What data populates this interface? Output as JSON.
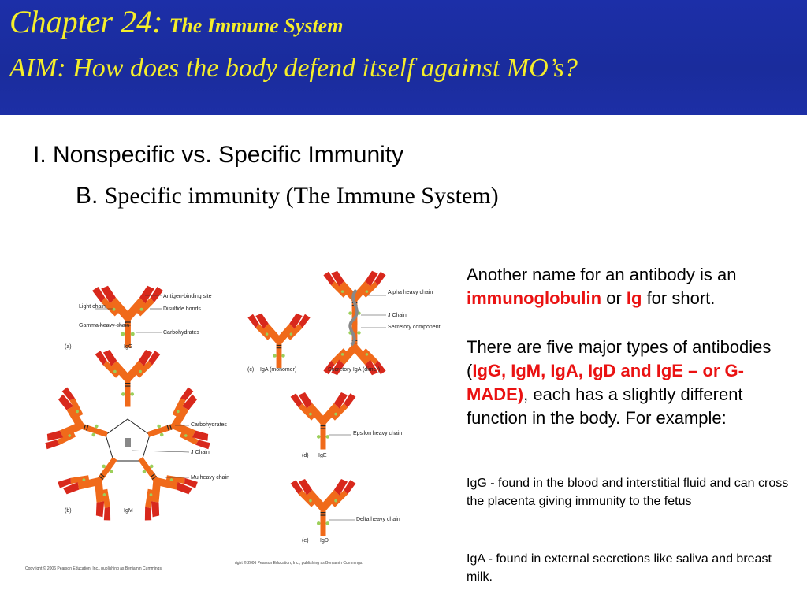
{
  "header": {
    "chapter": "Chapter 24:",
    "chapter_subtitle": "The Immune System",
    "aim": "AIM: How does the body defend itself against MO’s?"
  },
  "outline": {
    "item1": "I. Nonspecific vs. Specific Immunity",
    "item2_letter": "B.",
    "item2_text": "Specific immunity (The Immune System)"
  },
  "colors": {
    "header_bg": "#1c2fa8",
    "title": "#f5ee2a",
    "emphasis": "#ea1212"
  },
  "figure": {
    "labels": {
      "antigen_binding_site": "Antigen-binding site",
      "light_chain": "Light chain",
      "disulfide_bonds": "Disulfide bonds",
      "gamma_heavy_chain": "Gamma heavy chain",
      "carbohydrates": "Carbohydrates",
      "a": "(a)",
      "igg": "IgG",
      "alpha_heavy_chain": "Alpha heavy chain",
      "j_chain": "J Chain",
      "secretory_component": "Secretory component",
      "c": "(c)",
      "iga_monomer": "IgA (monomer)",
      "secretory_iga": "Secretory IgA (dimer)",
      "carbohydrates_b": "Carbohydrates",
      "j_chain_b": "J Chain",
      "mu_heavy_chain": "Mu heavy chain",
      "b": "(b)",
      "igm": "IgM",
      "epsilon_heavy_chain": "Epsilon heavy chain",
      "d": "(d)",
      "ige": "IgE",
      "delta_heavy_chain": "Delta heavy chain",
      "e": "(e)",
      "igd": "IgD"
    },
    "copyright_left": "Copyright © 2006 Pearson Education, Inc., publishing as Benjamin Cummings.",
    "copyright_right": "right © 2006 Pearson Education, Inc., publishing as Benjamin Cummings."
  },
  "body": {
    "p1_a": "Another name for an antibody is an ",
    "p1_term": "immunoglobulin",
    "p1_b": " or ",
    "p1_abbrev": "Ig",
    "p1_c": " for short.",
    "p2_a": "There are five major types of antibodies (",
    "p2_types": "IgG, IgM, IgA, IgD and IgE – or G-MADE)",
    "p2_b": ", each has a slightly different function in the body. For example:",
    "p3": "IgG - found in the blood and interstitial fluid and can cross the placenta giving immunity to the fetus",
    "p4": "IgA - found in external secretions like saliva and breast milk."
  }
}
